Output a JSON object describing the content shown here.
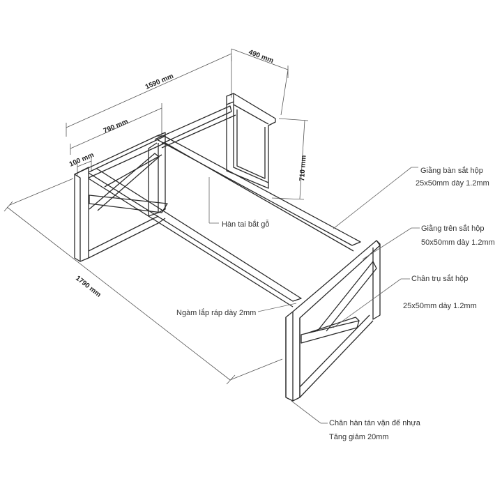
{
  "dimensions": {
    "d1590": "1590 mm",
    "d490": "490 mm",
    "d790": "790 mm",
    "d100": "100 mm",
    "d710": "710 mm",
    "d1790": "1790 mm"
  },
  "labels": {
    "giang_ban_1": "Giằng bàn sắt hộp",
    "giang_ban_2": "25x50mm dày 1.2mm",
    "han_tai": "Hàn tai bắt gỗ",
    "giang_tren_1": "Giằng trên sắt hộp",
    "giang_tren_2": "50x50mm dày 1.2mm",
    "chan_tru_1": "Chân trụ sắt hộp",
    "chan_tru_2": "25x50mm dày 1.2mm",
    "ngam_lap": "Ngàm lắp ráp dày 2mm",
    "chan_han_1": "Chân hàn tán vặn đế nhựa",
    "chan_han_2": "Tăng giảm 20mm"
  }
}
